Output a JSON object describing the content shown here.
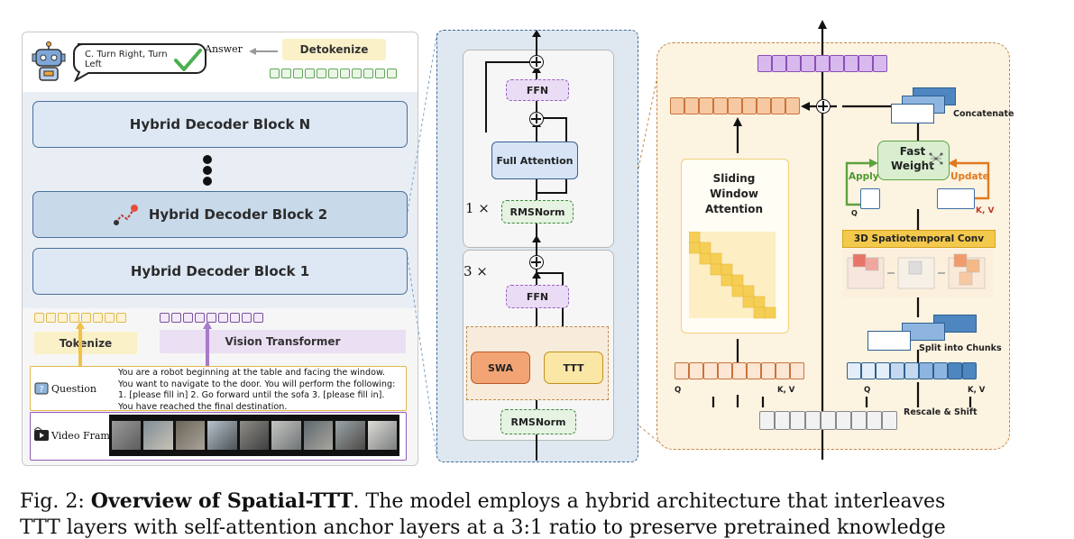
{
  "left": {
    "answer_bubble": "C. Turn Right, Turn Left",
    "answer_label": "Answer",
    "detokenize": "Detokenize",
    "blocks": [
      "Hybrid Decoder Block N",
      "Hybrid Decoder Block 2",
      "Hybrid Decoder Block 1"
    ],
    "tokenize": "Tokenize",
    "vision_transformer": "Vision Transformer",
    "question_label": "Question",
    "question_text": "You are a robot beginning at the table and facing the window. You want to navigate to the door. You will perform the following: 1. [please fill in] 2. Go forward until the sofa 3. [please fill in]. You have reached the final destination.",
    "video_label": "Video Frames"
  },
  "middle": {
    "ffn": "FFN",
    "full_attention": "Full Attention",
    "rmsnorm": "RMSNorm",
    "repeat_1": "1 ×",
    "repeat_3": "3 ×",
    "swa": "SWA",
    "ttt": "TTT"
  },
  "right": {
    "sliding_window_attention": "Sliding Window Attention",
    "fast_weight": "Fast Weight",
    "apply": "Apply",
    "update": "Update",
    "concatenate": "Concatenate",
    "spatiotemporal_conv": "3D Spatiotemporal Conv",
    "split_chunks": "Split into Chunks",
    "rescale_shift": "Rescale & Shift",
    "q": "Q",
    "kv": "K, V"
  },
  "caption": {
    "line1_prefix": "Fig. 2: ",
    "line1_bold": "Overview of Spatial-TTT",
    "line1_rest": ". The model employs a hybrid architecture that interleaves",
    "line2": "TTT layers with self-attention anchor layers at a 3:1 ratio to preserve pretrained knowledge"
  },
  "colors": {
    "block_fill": "#dde8f4",
    "block_border": "#4a6f9e",
    "ffn_purple": "#9b5fc0",
    "norm_green": "#3c8a3c",
    "swa_orange": "#d2703a",
    "ttt_yellow": "#d6a21a",
    "update_orange": "#e07a20",
    "apply_green": "#5ca23e"
  },
  "icons": [
    "robot-icon",
    "check-icon",
    "route-map-icon",
    "question-icon",
    "video-icon"
  ]
}
